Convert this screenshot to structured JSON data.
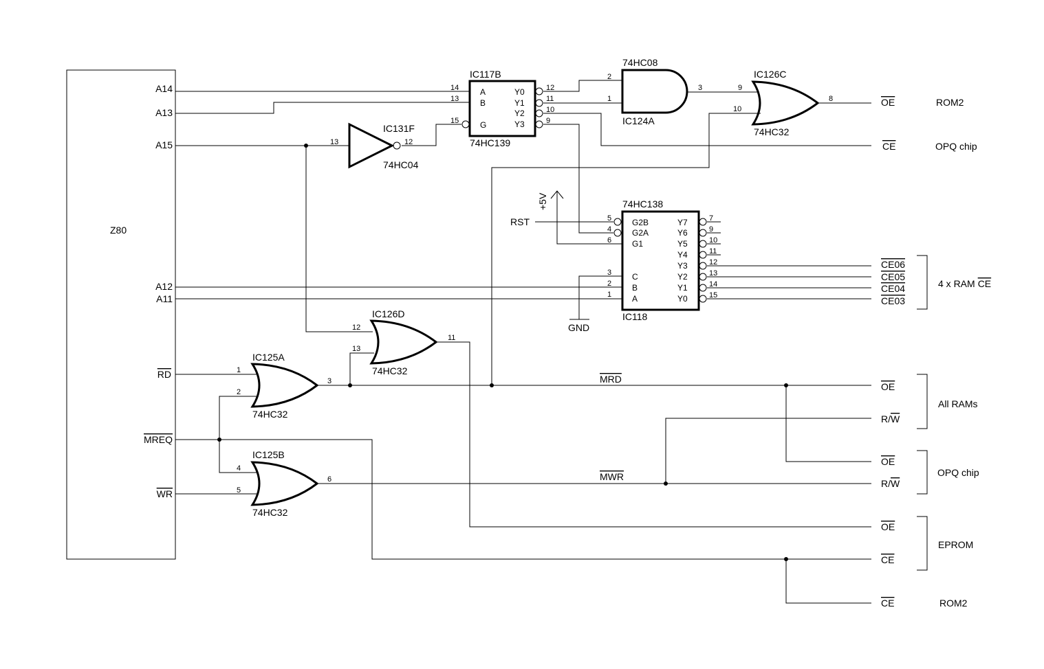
{
  "z80": {
    "name": "Z80",
    "pins": {
      "a14": "A14",
      "a13": "A13",
      "a15": "A15",
      "a12": "A12",
      "a11": "A11",
      "rd": "RD",
      "mreq": "MREQ",
      "wr": "WR"
    }
  },
  "ic117b": {
    "ref": "IC117B",
    "part": "74HC139",
    "inputs": {
      "a": "A",
      "b": "B",
      "g": "G"
    },
    "outputs": {
      "y0": "Y0",
      "y1": "Y1",
      "y2": "Y2",
      "y3": "Y3"
    },
    "pins": {
      "a": "14",
      "b": "13",
      "g": "15",
      "y0": "12",
      "y1": "11",
      "y2": "10",
      "y3": "9"
    }
  },
  "ic131f": {
    "ref": "IC131F",
    "part": "74HC04",
    "pins": {
      "in": "13",
      "out": "12"
    }
  },
  "ic124a": {
    "ref": "IC124A",
    "part": "74HC08",
    "pins": {
      "in1": "2",
      "in2": "1",
      "out": "3"
    }
  },
  "ic126c": {
    "ref": "IC126C",
    "part": "74HC32",
    "pins": {
      "in1": "9",
      "in2": "10",
      "out": "8"
    }
  },
  "ic118": {
    "ref": "IC118",
    "part": "74HC138",
    "inputs": {
      "g2b": "G2B",
      "g2a": "G2A",
      "g1": "G1",
      "c": "C",
      "b": "B",
      "a": "A"
    },
    "outputs": {
      "y7": "Y7",
      "y6": "Y6",
      "y5": "Y5",
      "y4": "Y4",
      "y3": "Y3",
      "y2": "Y2",
      "y1": "Y1",
      "y0": "Y0"
    },
    "pins": {
      "g2b": "5",
      "g2a": "4",
      "g1": "6",
      "c": "3",
      "b": "2",
      "a": "1",
      "y7": "7",
      "y6": "9",
      "y5": "10",
      "y4": "11",
      "y3": "12",
      "y2": "13",
      "y1": "14",
      "y0": "15"
    }
  },
  "ic126d": {
    "ref": "IC126D",
    "part": "74HC32",
    "pins": {
      "in1": "12",
      "in2": "13",
      "out": "11"
    }
  },
  "ic125a": {
    "ref": "IC125A",
    "part": "74HC32",
    "pins": {
      "in1": "1",
      "in2": "2",
      "out": "3"
    }
  },
  "ic125b": {
    "ref": "IC125B",
    "part": "74HC32",
    "pins": {
      "in1": "4",
      "in2": "5",
      "out": "6"
    }
  },
  "power": {
    "vcc": "+5V",
    "gnd": "GND",
    "rst": "RST"
  },
  "nets": {
    "mrd": "MRD",
    "mwr": "MWR"
  },
  "signals": {
    "oe_rom2": "OE",
    "ce_opq": "CE",
    "ce06": "CE06",
    "ce05": "CE05",
    "ce04": "CE04",
    "ce03": "CE03",
    "oe_allrams": "OE",
    "rw_allrams": "R/W",
    "oe_opq": "OE",
    "rw_opq": "R/W",
    "oe_eprom": "OE",
    "ce_eprom": "CE",
    "ce_rom2": "CE"
  },
  "rw_parts": {
    "r": "R/",
    "w": "W"
  },
  "destinations": {
    "rom2_top": "ROM2",
    "opq_top": "OPQ chip",
    "ram4": "4 x RAM",
    "ram4_ce": "CE",
    "allrams": "All RAMs",
    "opq": "OPQ chip",
    "eprom": "EPROM",
    "rom2_bottom": "ROM2"
  }
}
